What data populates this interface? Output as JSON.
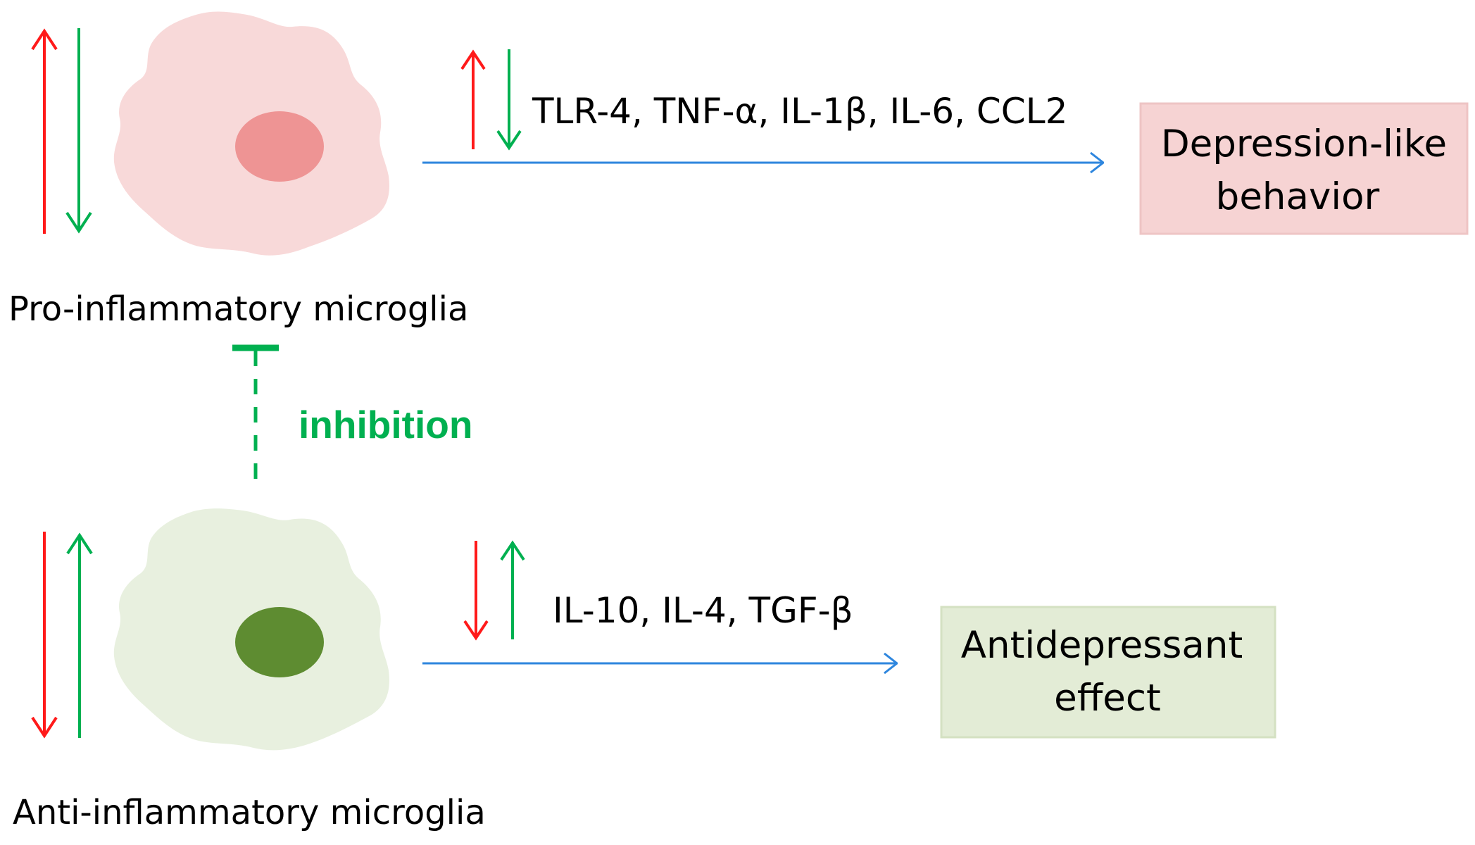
{
  "colors": {
    "up_arrow": "#ff1a1a",
    "down_arrow": "#00b050",
    "flow_arrow": "#2e86de",
    "inhibition": "#00b050",
    "pro_cell_body": "#f8d9d9",
    "pro_cell_nucleus": "#ee9494",
    "anti_cell_body": "#e8f0df",
    "anti_cell_nucleus": "#5e8c31",
    "depression_box_fill": "#f6d3d3",
    "depression_box_border": "#eec4c4",
    "antidepressant_box_fill": "#e3ecd6",
    "antidepressant_box_border": "#d4e1c2"
  },
  "pro": {
    "label": "Pro-inflammatory microglia",
    "cytokines": "TLR-4, TNF-α, IL-1β, IL-6, CCL2",
    "outcome_line1": "Depression-like",
    "outcome_line2": "behavior"
  },
  "inhibition": {
    "label": "inhibition"
  },
  "anti": {
    "label": "Anti-inflammatory microglia",
    "cytokines": "IL-10, IL-4, TGF-β",
    "outcome_line1": "Antidepressant",
    "outcome_line2": "effect"
  }
}
